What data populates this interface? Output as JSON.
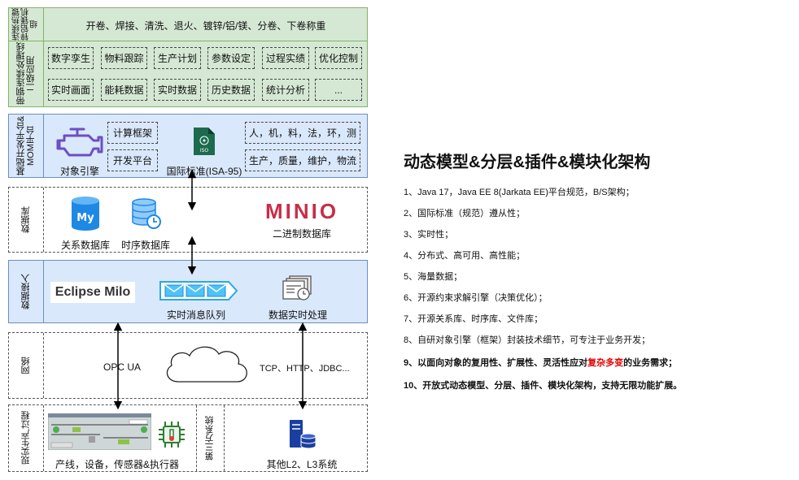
{
  "layers": {
    "line": {
      "label": "连续热镀锌铝镁机组",
      "processes": "开卷、焊接、清洗、退火、镀锌/铝/镁、分卷、下卷称重"
    },
    "apps": {
      "label": "带钢连续处理线二级应用",
      "row1": [
        "数字孪生",
        "物料跟踪",
        "生产计划",
        "参数设定",
        "过程实绩",
        "优化控制"
      ],
      "row2": [
        "实时画面",
        "能耗数据",
        "实时数据",
        "历史数据",
        "统计分析",
        "..."
      ]
    },
    "platform": {
      "label": "基础开发平台& MOM平台",
      "engine_label": "对象引擎",
      "compute_framework": "计算框架",
      "dev_platform": "开发平台",
      "iso_icon_text": "ISO",
      "standard_label": "国际标准(ISA-95)",
      "elements1": "人，机，料，法，环，测",
      "elements2": "生产，质量，维护，物流"
    },
    "database": {
      "label": "数据库",
      "my_icon_text": "My",
      "relational": "关系数据库",
      "timeseries": "时序数据库",
      "minio_logo": "MINIO",
      "binary": "二进制数据库"
    },
    "access": {
      "label": "数据接入",
      "milo": "Eclipse Milo",
      "queue": "实时消息队列",
      "realtime": "数据实时处理"
    },
    "network": {
      "label": "网络",
      "opc": "OPC UA",
      "protocols": "TCP、HTTP、JDBC..."
    },
    "field": {
      "label": "现实生产过程",
      "devices": "产线，设备，传感器&执行器",
      "third_label": "第三方系统",
      "third_systems": "其他L2、L3系统"
    }
  },
  "panel": {
    "title": "动态模型&分层&插件&模块化架构",
    "features": [
      "1、Java 17，Java EE 8(Jarkata EE)平台规范，B/S架构；",
      "2、国际标准（规范）遵从性；",
      "3、实时性；",
      "4、分布式、高可用、高性能；",
      "5、海量数据；",
      "6、开源约束求解引擎（决策优化）；",
      "7、开源关系库、时序库、文件库；",
      "8、自研对象引擎（框架）封装技术细节，可专注于业务开发；"
    ],
    "feature9_before": "9、以面向对象的复用性、扩展性、灵活性应对",
    "feature9_highlight": "复杂多变",
    "feature9_after": "的业务需求；",
    "feature10": "10、开放式动态模型、分层、插件、模块化架构，支持无限功能扩展。"
  },
  "colors": {
    "green_fill": "#d5e8d4",
    "green_stroke": "#82b366",
    "blue_fill": "#dae8fc",
    "blue_stroke": "#6c8ebf",
    "highlight": "#e00000",
    "icon_purple": "#6a4fc4",
    "icon_blue": "#1e88e5",
    "minio_red": "#c72e49"
  },
  "icons": [
    "engine-icon",
    "iso-document-icon",
    "mysql-database-icon",
    "timeseries-database-icon",
    "minio-logo",
    "message-queue-icon",
    "realtime-processing-icon",
    "cloud-icon",
    "production-line-screenshot",
    "sensor-chip-icon",
    "server-database-icon"
  ]
}
